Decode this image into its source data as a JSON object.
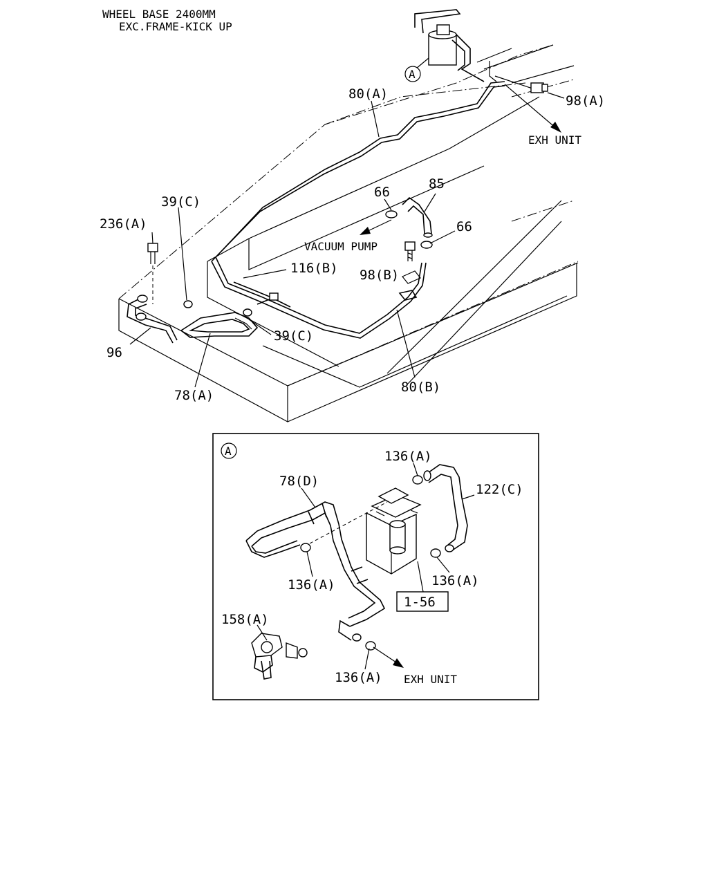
{
  "header": {
    "line1": "WHEEL BASE 2400MM",
    "line2": "EXC.FRAME-KICK UP"
  },
  "callouts": {
    "ref_a": "A",
    "p80a": "80(A)",
    "p98a": "98(A)",
    "exh_unit_top": "EXH UNIT",
    "p66_left": "66",
    "p85": "85",
    "p66_right": "66",
    "vacuum_pump": "VACUUM PUMP",
    "p98b": "98(B)",
    "p39c_top": "39(C)",
    "p236a": "236(A)",
    "p116b": "116(B)",
    "p39c_bottom": "39(C)",
    "p96": "96",
    "p78a": "78(A)",
    "p80b": "80(B)"
  },
  "detail": {
    "ref_a": "A",
    "p136a_top": "136(A)",
    "p78d": "78(D)",
    "p122c": "122(C)",
    "p136a_left": "136(A)",
    "p136a_right": "136(A)",
    "ref_box": "1-56",
    "p158a": "158(A)",
    "p136a_bottom": "136(A)",
    "exh_unit": "EXH UNIT"
  }
}
